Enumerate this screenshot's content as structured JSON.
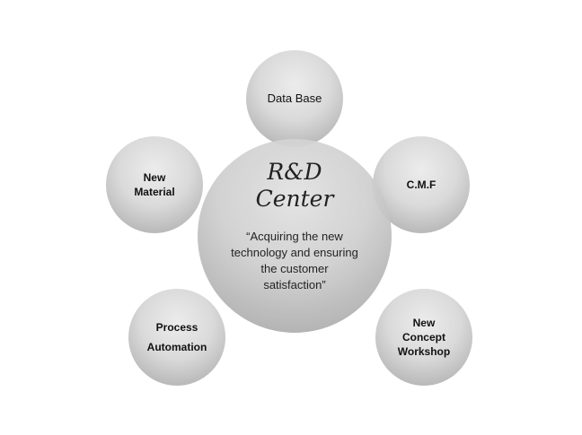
{
  "center": {
    "title": "R&D\nCenter",
    "quote": "“Acquiring the new\ntechnology and ensuring\nthe customer\nsatisfaction”"
  },
  "nodes": {
    "database": "Data Base",
    "cmf": "C.M.F",
    "new_material": "New\nMaterial",
    "process_automation": "Process\nAutomation",
    "new_concept_workshop": "New\nConcept\nWorkshop"
  }
}
